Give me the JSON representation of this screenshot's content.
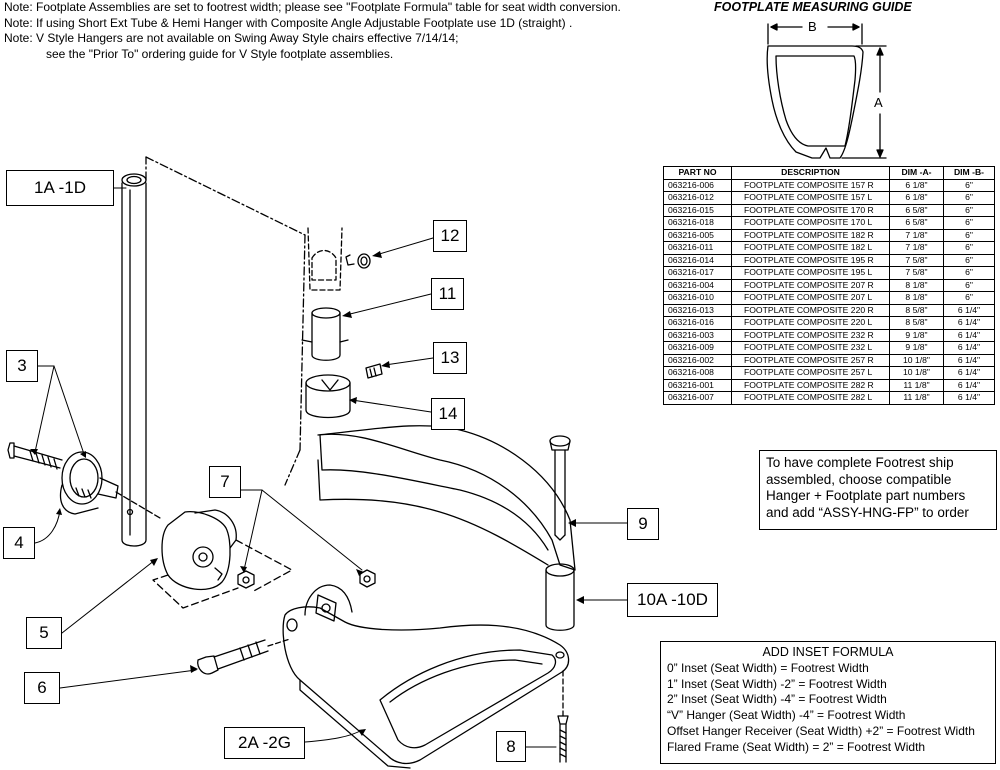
{
  "notes": [
    "Note: Footplate Assemblies are set to footrest width; please see \"Footplate Formula\" table for seat width conversion.",
    "Note: If using Short Ext Tube & Hemi Hanger with Composite Angle Adjustable Footplate use 1D (straight) .",
    "Note: V Style Hangers are not available on Swing Away Style chairs effective 7/14/14;",
    "see the \"Prior To\" ordering guide for V Style footplate assemblies."
  ],
  "guide": {
    "title": "FOOTPLATE MEASURING GUIDE",
    "dim_a": "A",
    "dim_b": "B"
  },
  "parts_table": {
    "headers": [
      "PART NO",
      "DESCRIPTION",
      "DIM -A-",
      "DIM -B-"
    ],
    "rows": [
      [
        "063216-006",
        "FOOTPLATE COMPOSITE 157 R",
        "6 1/8\"",
        "6\""
      ],
      [
        "063216-012",
        "FOOTPLATE COMPOSITE 157 L",
        "6 1/8\"",
        "6\""
      ],
      [
        "063216-015",
        "FOOTPLATE COMPOSITE 170 R",
        "6 5/8\"",
        "6\""
      ],
      [
        "063216-018",
        "FOOTPLATE COMPOSITE 170 L",
        "6 5/8\"",
        "6\""
      ],
      [
        "063216-005",
        "FOOTPLATE COMPOSITE 182 R",
        "7 1/8\"",
        "6\""
      ],
      [
        "063216-011",
        "FOOTPLATE COMPOSITE 182 L",
        "7 1/8\"",
        "6\""
      ],
      [
        "063216-014",
        "FOOTPLATE COMPOSITE 195 R",
        "7 5/8\"",
        "6\""
      ],
      [
        "063216-017",
        "FOOTPLATE COMPOSITE 195 L",
        "7 5/8\"",
        "6\""
      ],
      [
        "063216-004",
        "FOOTPLATE COMPOSITE 207 R",
        "8 1/8\"",
        "6\""
      ],
      [
        "063216-010",
        "FOOTPLATE COMPOSITE 207 L",
        "8 1/8\"",
        "6\""
      ],
      [
        "063216-013",
        "FOOTPLATE COMPOSITE 220 R",
        "8 5/8\"",
        "6 1/4\""
      ],
      [
        "063216-016",
        "FOOTPLATE COMPOSITE 220 L",
        "8 5/8\"",
        "6 1/4\""
      ],
      [
        "063216-003",
        "FOOTPLATE COMPOSITE 232 R",
        "9 1/8\"",
        "6 1/4\""
      ],
      [
        "063216-009",
        "FOOTPLATE COMPOSITE 232 L",
        "9 1/8\"",
        "6 1/4\""
      ],
      [
        "063216-002",
        "FOOTPLATE COMPOSITE 257 R",
        "10 1/8\"",
        "6 1/4\""
      ],
      [
        "063216-008",
        "FOOTPLATE COMPOSITE 257 L",
        "10 1/8\"",
        "6 1/4\""
      ],
      [
        "063216-001",
        "FOOTPLATE COMPOSITE 282 R",
        "11 1/8\"",
        "6 1/4\""
      ],
      [
        "063216-007",
        "FOOTPLATE COMPOSITE 282 L",
        "11 1/8\"",
        "6 1/4\""
      ]
    ]
  },
  "ship_note": "To have complete Footrest ship assembled, choose compatible Hanger + Footplate part numbers and add “ASSY-HNG-FP” to order",
  "inset_formula": {
    "title": "ADD INSET FORMULA",
    "lines": [
      "0” Inset (Seat Width) = Footrest Width",
      "1” Inset (Seat Width) -2” = Footrest Width",
      "2” Inset (Seat Width) -4” = Footrest Width",
      "“V” Hanger (Seat Width) -4” = Footrest Width",
      "Offset Hanger Receiver (Seat Width) +2” = Footrest Width",
      "Flared Frame (Seat Width) = 2” = Footrest Width"
    ]
  },
  "callouts": {
    "c1": "1A -1D",
    "c2": "2A -2G",
    "c3": "3",
    "c4": "4",
    "c5": "5",
    "c6": "6",
    "c7": "7",
    "c8": "8",
    "c9": "9",
    "c10": "10A -10D",
    "c11": "11",
    "c12": "12",
    "c13": "13",
    "c14": "14"
  }
}
